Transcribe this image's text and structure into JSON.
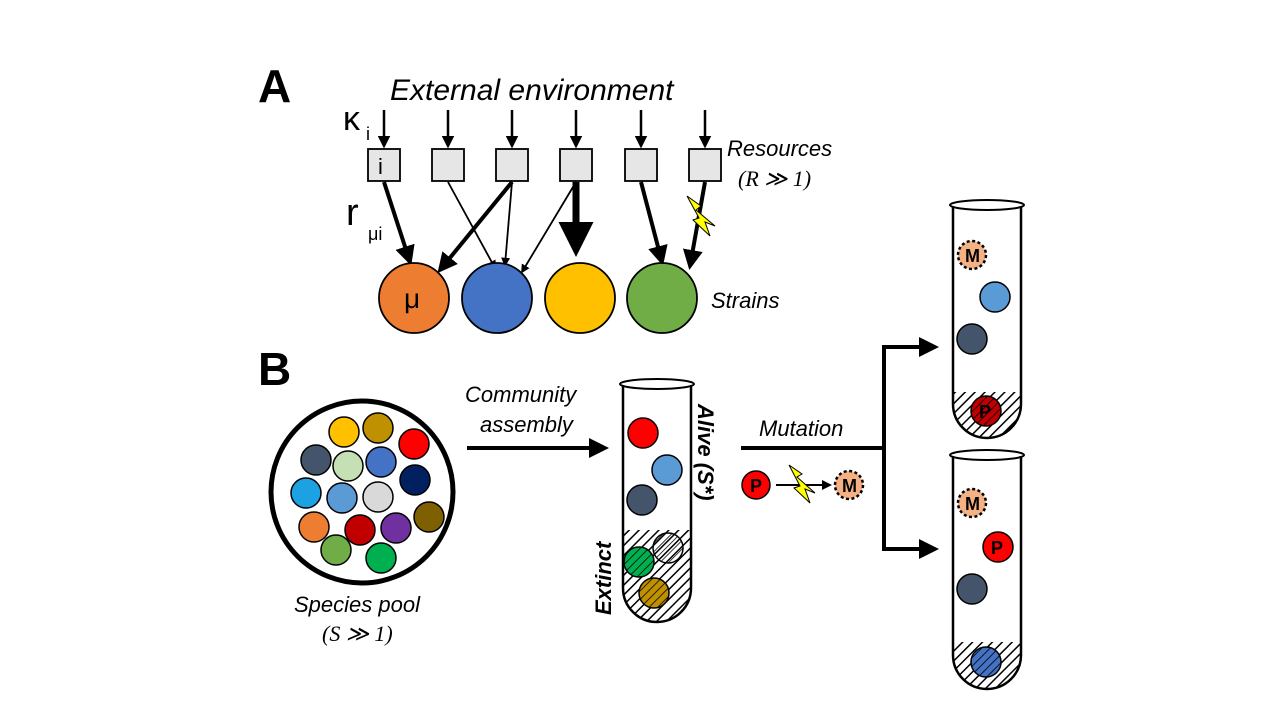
{
  "panel_a": {
    "letter": "A",
    "environment_label": "External environment",
    "kappa_label": "κ",
    "kappa_sub": "i",
    "resource_index_label": "i",
    "r_label": "r",
    "r_sub": "μi",
    "resources_label": "Resources",
    "resources_condition": "(R ≫ 1)",
    "strain_label_mu": "μ",
    "strains_label": "Strains",
    "strain_colors": [
      "#ED7D31",
      "#4472C4",
      "#FFC000",
      "#70AD47"
    ],
    "resource_fill": "#e6e6e6",
    "lightning_color": "#ffff00"
  },
  "panel_b": {
    "letter": "B",
    "pool_label": "Species pool",
    "pool_condition": "(S ≫ 1)",
    "assembly_label_line1": "Community",
    "assembly_label_line2": "assembly",
    "alive_label": "Alive (S*)",
    "extinct_label": "Extinct",
    "mutation_label": "Mutation",
    "p_label": "P",
    "m_label": "M",
    "pool_colors": [
      "#FFC000",
      "#BF9000",
      "#FF0000",
      "#44546A",
      "#C5E0B4",
      "#4472C4",
      "#1CA1E2",
      "#5B9BD5",
      "#D9D9D9",
      "#002060",
      "#ED7D31",
      "#C00000",
      "#7030A0",
      "#7F6000",
      "#70AD47",
      "#00B050"
    ],
    "tube_colors": {
      "red": "#ff0000",
      "light_blue": "#5B9BD5",
      "slate": "#44546A",
      "dark_red": "#C00000",
      "green": "#00B050",
      "brown": "#BF9000",
      "blue": "#4472C4",
      "mutant": "#F4B183"
    }
  }
}
